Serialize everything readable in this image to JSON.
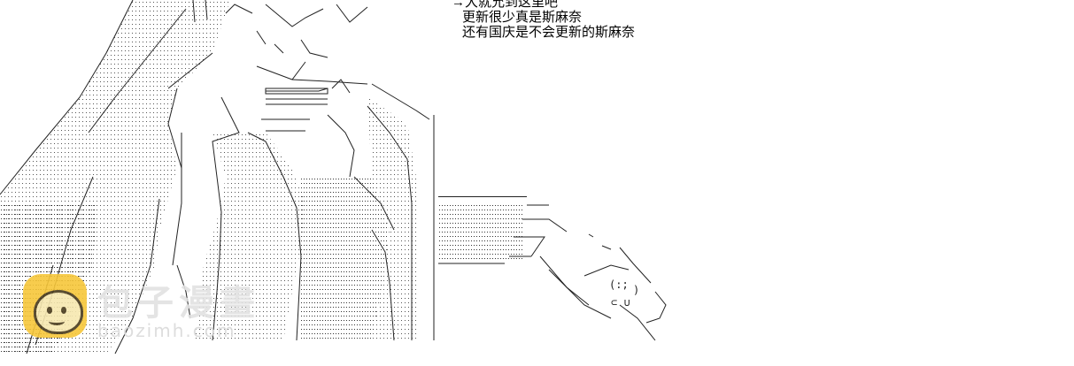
{
  "caption": {
    "line1": "→大就允到这里吧",
    "line2": "更新很少真是斯麻奈",
    "line3": "还有国庆是不会更新的斯麻奈"
  },
  "watermark": {
    "title": "包子漫畫",
    "url": "baozimh.com"
  }
}
